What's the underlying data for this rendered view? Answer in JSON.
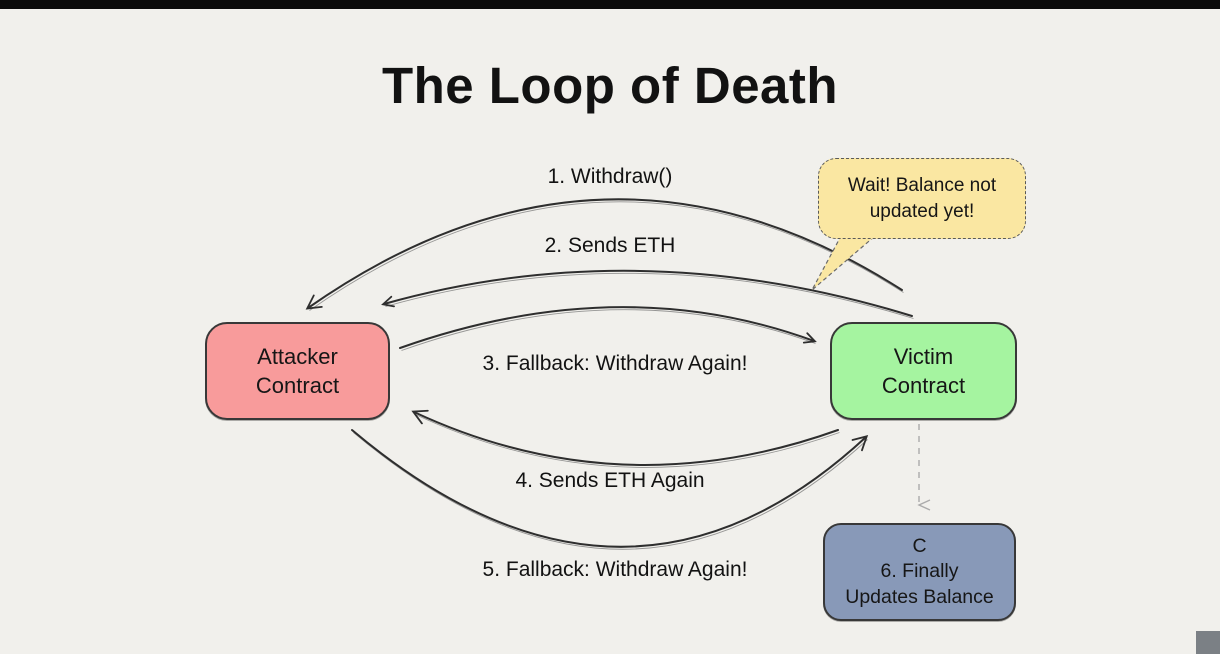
{
  "title": "The Loop of Death",
  "nodes": {
    "attacker": {
      "label": "Attacker\nContract",
      "fill": "#f89b9b"
    },
    "victim": {
      "label": "Victim\nContract",
      "fill": "#a5f4a0"
    },
    "final": {
      "label": "C\n6. Finally\nUpdates Balance",
      "fill": "#8899b8"
    }
  },
  "callout": {
    "label": "Wait! Balance not\nupdated yet!",
    "fill": "#fae7a2"
  },
  "edges": [
    {
      "label": "1. Withdraw()",
      "from": "victim",
      "to": "attacker",
      "style": "solid"
    },
    {
      "label": "2. Sends ETH",
      "from": "victim",
      "to": "attacker",
      "style": "solid"
    },
    {
      "label": "3. Fallback: Withdraw Again!",
      "from": "attacker",
      "to": "victim",
      "style": "solid"
    },
    {
      "label": "4. Sends ETH Again",
      "from": "victim",
      "to": "attacker",
      "style": "solid"
    },
    {
      "label": "5. Fallback: Withdraw Again!",
      "from": "attacker",
      "to": "victim",
      "style": "solid"
    },
    {
      "label": "",
      "from": "victim",
      "to": "final",
      "style": "dashed"
    }
  ],
  "colors": {
    "background": "#f1f0ec",
    "arrow_stroke": "#2e2e2e",
    "dashed_arrow": "#b3b3b3",
    "top_bar": "#0b0b0b",
    "corner_square": "#7b8085",
    "node_border": "#383838"
  }
}
